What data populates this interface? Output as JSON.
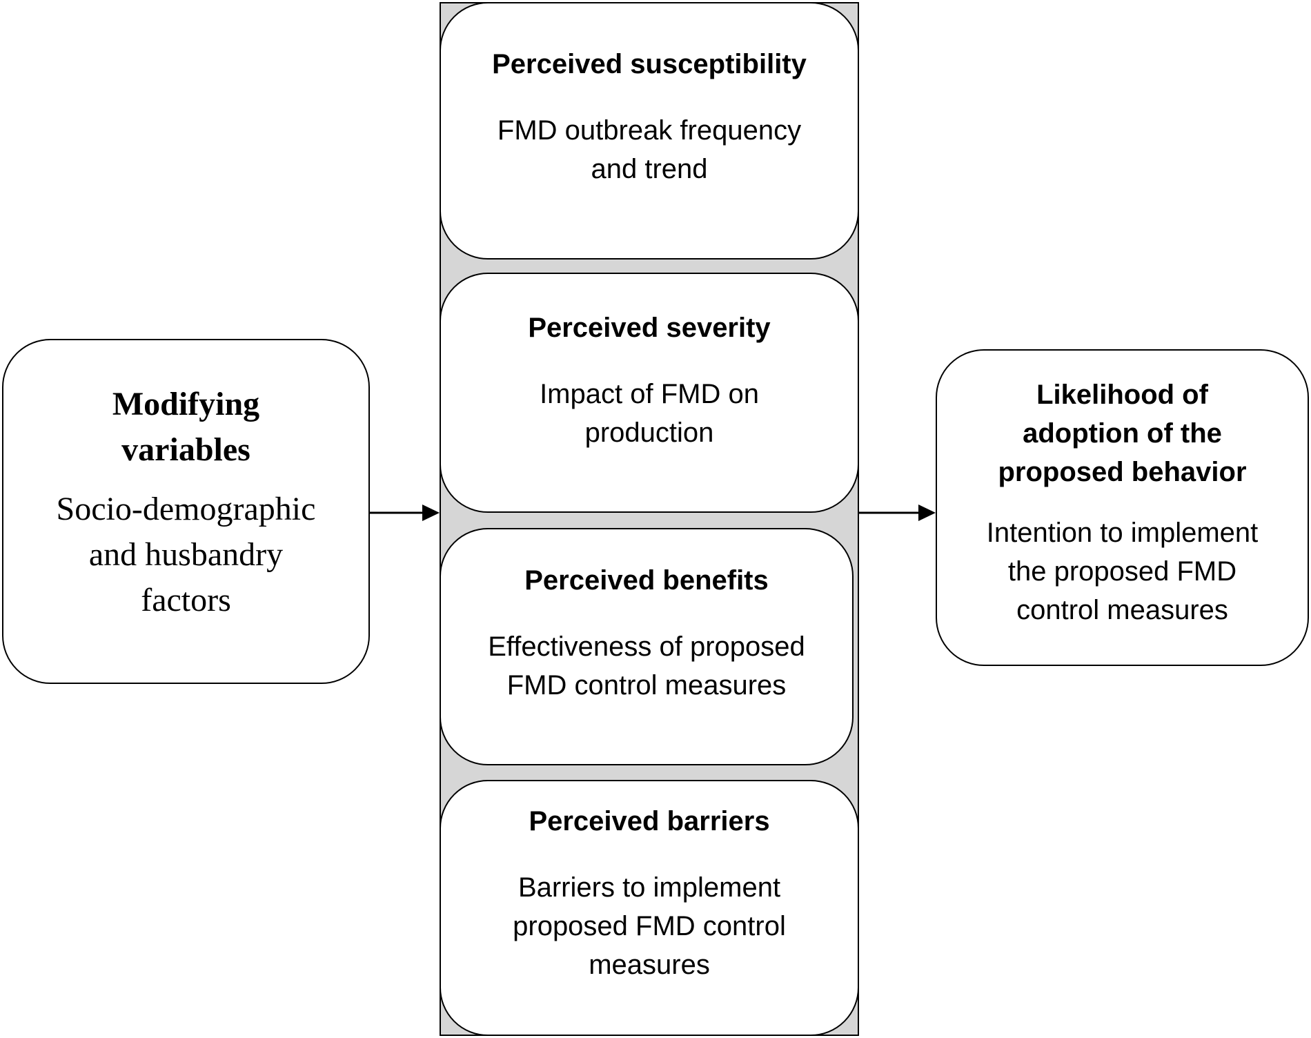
{
  "modifying_variables": {
    "title": "Modifying\nvariables",
    "description": "Socio-demographic\nand husbandry\nfactors"
  },
  "perceived_susceptibility": {
    "title": "Perceived susceptibility",
    "description": "FMD outbreak frequency\nand trend"
  },
  "perceived_severity": {
    "title": "Perceived severity",
    "description": "Impact of FMD on\nproduction"
  },
  "perceived_benefits": {
    "title": "Perceived benefits",
    "description": "Effectiveness of proposed\nFMD control measures"
  },
  "perceived_barriers": {
    "title": "Perceived barriers",
    "description": "Barriers to implement\nproposed FMD control\nmeasures"
  },
  "likelihood": {
    "title": "Likelihood of\nadoption of the\nproposed behavior",
    "description": "Intention to implement\nthe proposed FMD\ncontrol measures"
  },
  "colors": {
    "column_background": "#d6d6d6",
    "box_fill": "#ffffff",
    "stroke": "#000000"
  }
}
